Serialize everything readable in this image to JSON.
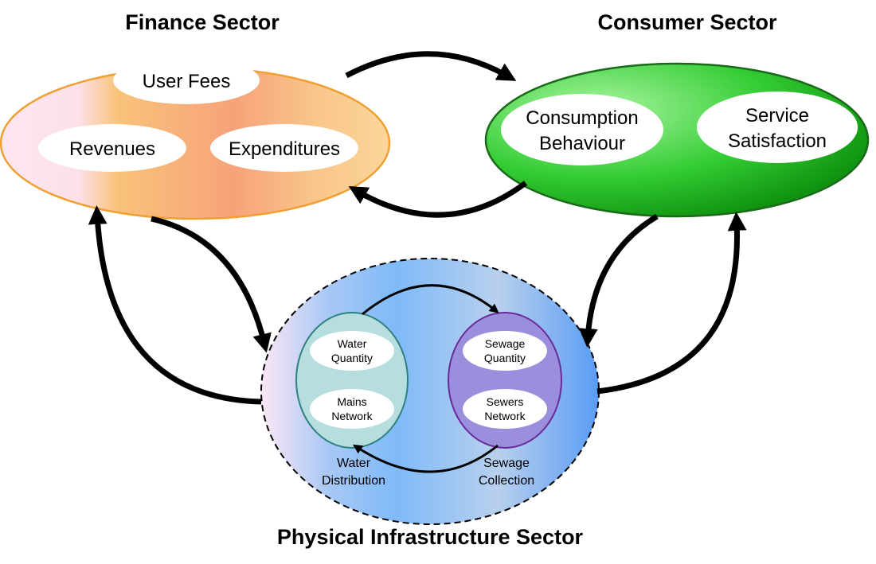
{
  "finance": {
    "title": "Finance Sector",
    "items": [
      "User Fees",
      "Revenues",
      "Expenditures"
    ]
  },
  "consumer": {
    "title": "Consumer Sector",
    "items": [
      [
        "Consumption",
        "Behaviour"
      ],
      [
        "Service",
        "Satisfaction"
      ]
    ]
  },
  "physical": {
    "title": "Physical Infrastructure Sector",
    "water": {
      "caption": [
        "Water",
        "Distribution"
      ],
      "items": [
        [
          "Water",
          "Quantity"
        ],
        [
          "Mains",
          "Network"
        ]
      ]
    },
    "sewage": {
      "caption": [
        "Sewage",
        "Collection"
      ],
      "items": [
        [
          "Sewage",
          "Quantity"
        ],
        [
          "Sewers",
          "Network"
        ]
      ]
    }
  },
  "colors": {
    "finance": "#f7b36a",
    "consumer": "#22b022",
    "physical": "#7db8f5",
    "water": "#b6dede",
    "sewage": "#9a8fdc"
  }
}
